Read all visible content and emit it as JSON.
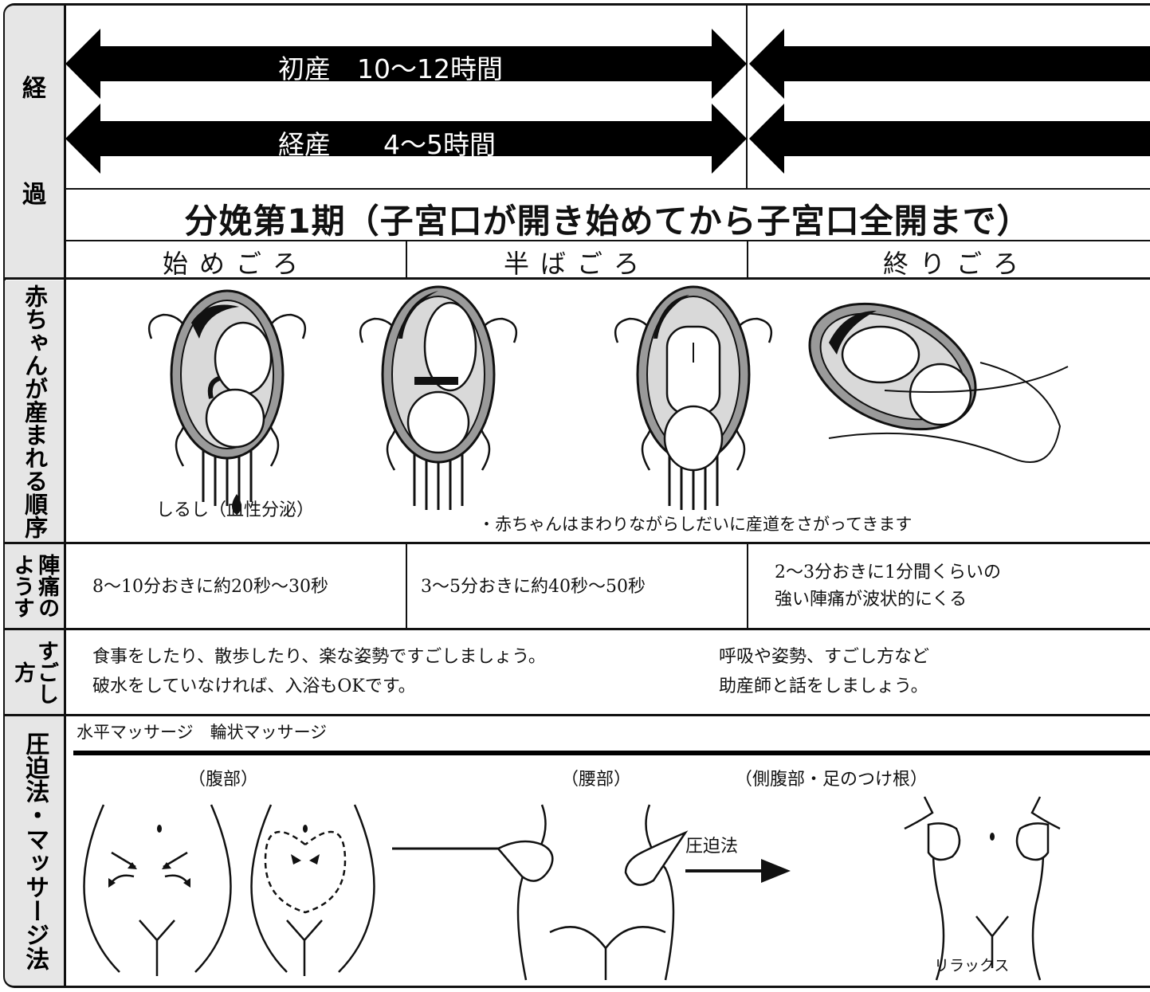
{
  "side_labels": {
    "keika": [
      "経",
      "過"
    ],
    "baby_order": "赤ちゃんが産まれる順序",
    "pain": [
      "陣痛の",
      "ようす"
    ],
    "sugoshikata": "すごし方",
    "massage": "圧迫法・マッサージ法"
  },
  "durations": {
    "primipara": "初産　10〜12時間",
    "multipara": "経産　　4〜5時間"
  },
  "phase": {
    "title": "分娩第1期（子宮口が開き始めてから子宮口全開まで）",
    "stages": [
      "始めごろ",
      "半ばごろ",
      "終りごろ"
    ]
  },
  "baby": {
    "caption_show": "しるし（血性分泌）",
    "caption_descent": "・赤ちゃんはまわりながらしだいに産道をさがってきます"
  },
  "pain": {
    "early": "8〜10分おきに約20秒〜30秒",
    "middle": "3〜5分おきに約40秒〜50秒",
    "late_line1": "2〜3分おきに1分間くらいの",
    "late_line2": "強い陣痛が波状的にくる"
  },
  "sugoshikata": {
    "left_line1": "食事をしたり、散歩したり、楽な姿勢ですごしましょう。",
    "left_line2": "破水をしていなければ、入浴もOKです。",
    "right_line1": "呼吸や姿勢、すごし方など",
    "right_line2": "助産師と話をしましょう。"
  },
  "massage": {
    "header": "水平マッサージ　輪状マッサージ",
    "abdomen": "（腹部）",
    "waist": "（腰部）",
    "flank": "（側腹部・足のつけ根）",
    "pressure": "圧迫法",
    "relax": "リラックス"
  }
}
